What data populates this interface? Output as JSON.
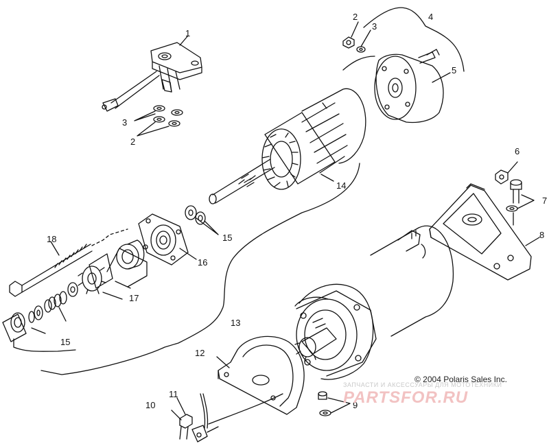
{
  "callouts": [
    "1",
    "2",
    "3",
    "4",
    "5",
    "6",
    "7",
    "8",
    "9",
    "10",
    "11",
    "12",
    "13",
    "14",
    "15",
    "16",
    "17",
    "18"
  ],
  "callouts_repeat": {
    "c2b": "2",
    "c3b": "3",
    "c15b": "15"
  },
  "copyright": "© 2004 Polaris Sales Inc.",
  "watermark": {
    "line1": "ЗАПЧАСТИ И АКСЕССУАРЫ ДЛЯ МОТОТЕХНИКИ",
    "line2": "PARTSFOR.RU",
    "color": "#f2c2c2"
  },
  "colors": {
    "ink": "#111111",
    "paper": "#ffffff"
  }
}
